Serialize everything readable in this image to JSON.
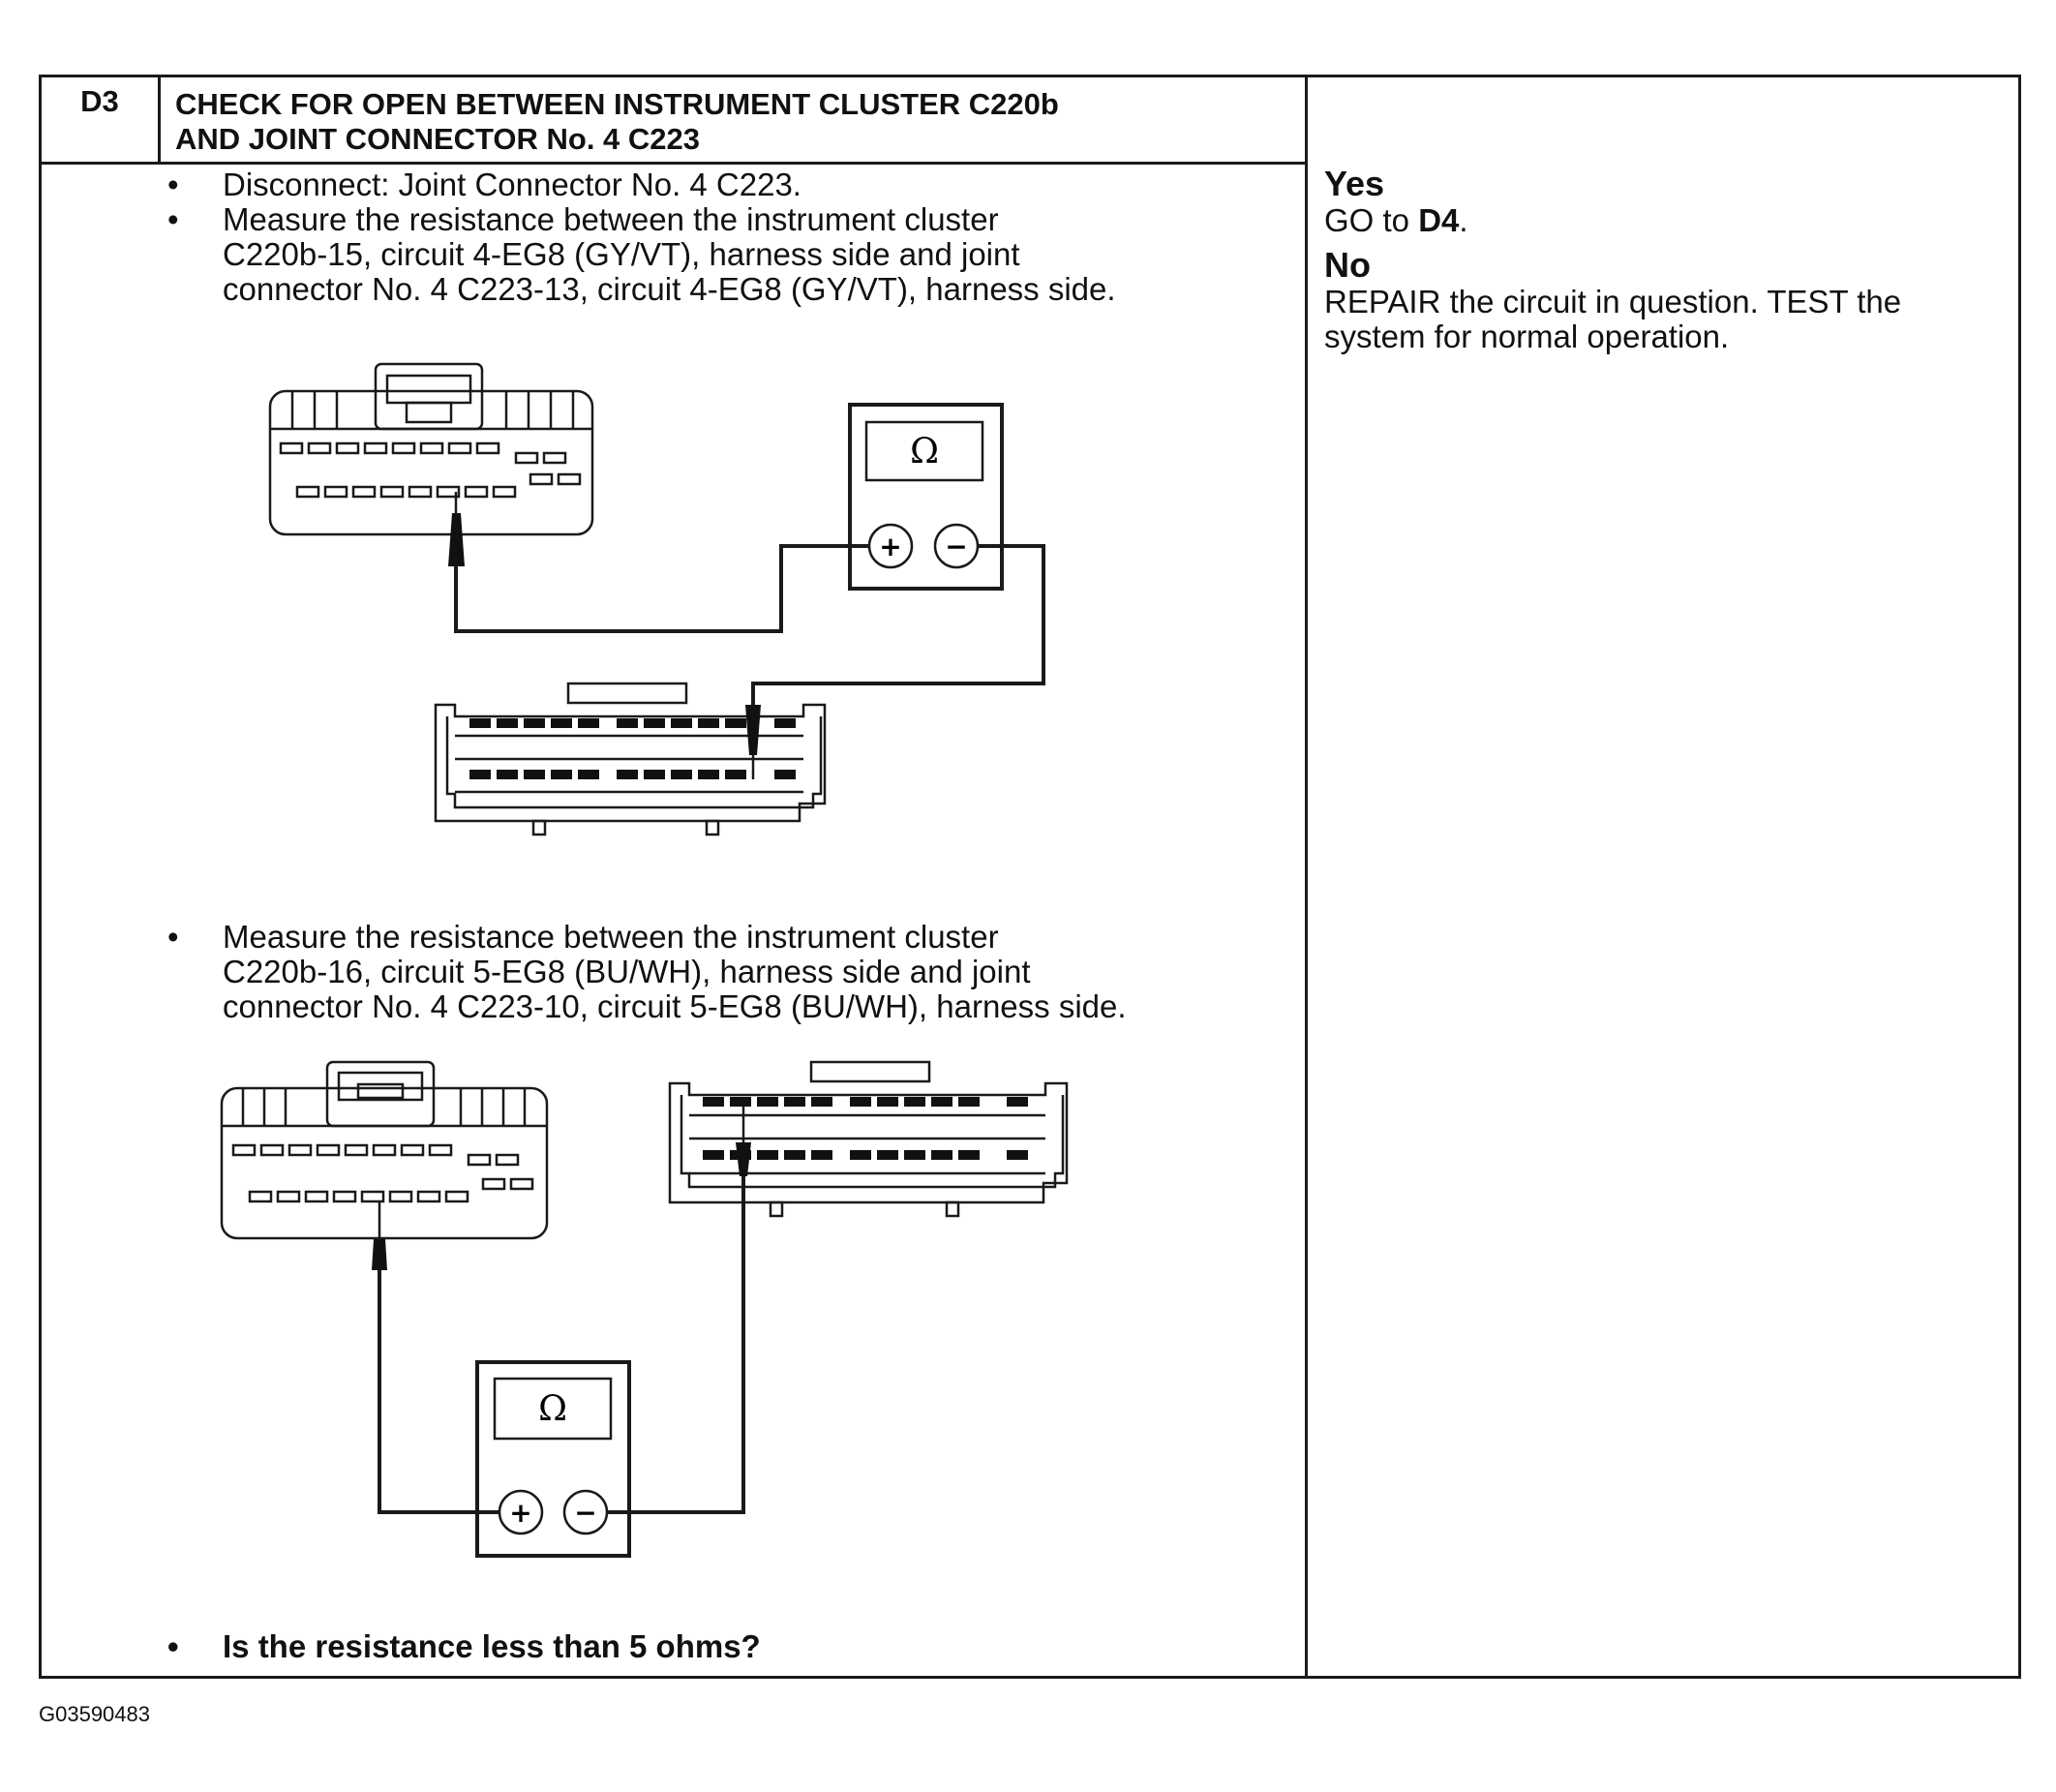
{
  "step": {
    "id": "D3",
    "title_line1": "CHECK FOR OPEN BETWEEN INSTRUMENT CLUSTER C220b",
    "title_line2": "AND JOINT CONNECTOR No. 4 C223"
  },
  "instructions": {
    "b1": "Disconnect: Joint Connector No. 4 C223.",
    "b2_l1": "Measure the resistance between the instrument cluster",
    "b2_l2": "C220b-15, circuit 4-EG8 (GY/VT), harness side and joint",
    "b2_l3": "connector No. 4 C223-13, circuit 4-EG8 (GY/VT), harness side.",
    "b3_l1": "Measure the resistance between the instrument cluster",
    "b3_l2": "C220b-16, circuit 5-EG8 (BU/WH), harness side and joint",
    "b3_l3": "connector No. 4 C223-10, circuit 5-EG8 (BU/WH), harness side.",
    "question": "Is the resistance less than 5 ohms?"
  },
  "answers": {
    "yes_label": "Yes",
    "yes_prefix": "GO to ",
    "yes_target": "D4",
    "yes_suffix": ".",
    "no_label": "No",
    "no_l1": "REPAIR the circuit in question. TEST the",
    "no_l2": "system for normal operation."
  },
  "diagram": {
    "meter_symbol": "Ω",
    "plus": "+",
    "minus": "−",
    "icons": [
      "connector-c220b-icon",
      "connector-c223-icon",
      "ohmmeter-icon",
      "probe-icon"
    ]
  },
  "footer": {
    "code": "G03590483"
  }
}
